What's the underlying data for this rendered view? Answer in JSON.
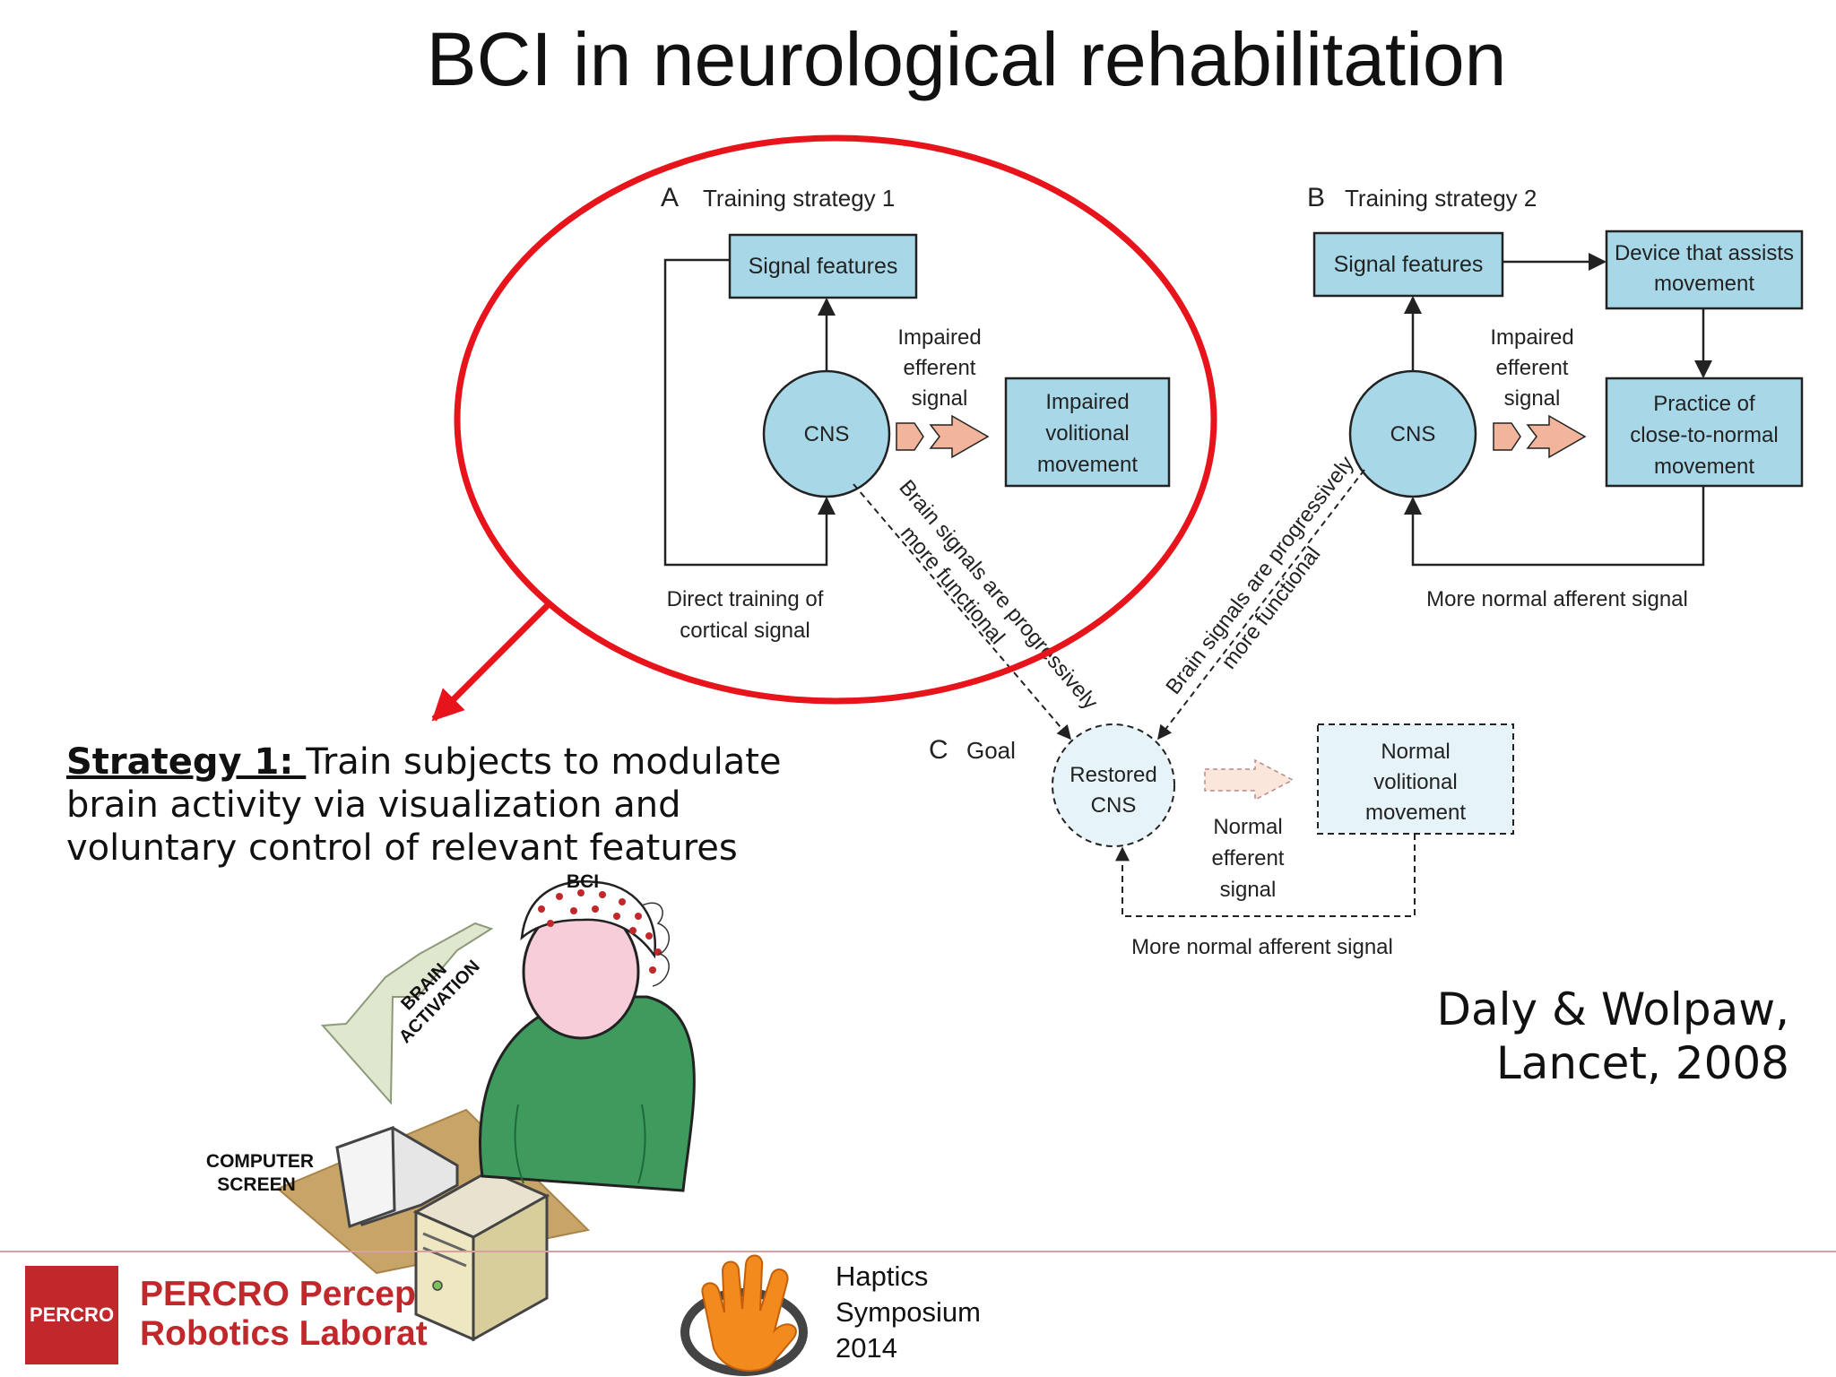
{
  "slide": {
    "title": "BCI in neurological rehabilitation",
    "strategy_heading": "Strategy 1: ",
    "strategy_body": "Train subjects to modulate brain activity via visualization and voluntary control of relevant features",
    "citation_line1": "Daly & Wolpaw,",
    "citation_line2": "Lancet, 2008"
  },
  "diagram": {
    "panel_a": {
      "letter": "A",
      "title": "Training strategy 1",
      "signal_features": "Signal features",
      "cns": "CNS",
      "impaired_signal": [
        "Impaired",
        "efferent",
        "signal"
      ],
      "impaired_movement": [
        "Impaired",
        "volitional",
        "movement"
      ],
      "direct_training": [
        "Direct training of",
        "cortical signal"
      ],
      "diag_label": [
        "Brain signals are progressively",
        "more functional"
      ]
    },
    "panel_b": {
      "letter": "B",
      "title": "Training strategy 2",
      "signal_features": "Signal features",
      "device": [
        "Device that assists",
        "movement"
      ],
      "cns": "CNS",
      "impaired_signal": [
        "Impaired",
        "efferent",
        "signal"
      ],
      "practice": [
        "Practice of",
        "close-to-normal",
        "movement"
      ],
      "afferent": "More normal afferent signal",
      "diag_label": [
        "Brain signals are progressively",
        "more functional"
      ]
    },
    "panel_c": {
      "letter": "C",
      "title": "Goal",
      "restored": [
        "Restored",
        "CNS"
      ],
      "normal_signal": [
        "Normal",
        "efferent",
        "signal"
      ],
      "normal_movement": [
        "Normal",
        "volitional",
        "movement"
      ],
      "afferent": "More normal afferent signal"
    }
  },
  "illustration": {
    "bci_label": "BCI",
    "brain_activation": [
      "BRAIN",
      "ACTIVATION"
    ],
    "computer_screen": [
      "COMPUTER",
      "SCREEN"
    ]
  },
  "footer": {
    "percro_logo": "PERCRO",
    "percro_line1": "PERCRO Percep",
    "percro_line2": "Robotics Laborat",
    "haptics": [
      "Haptics",
      "Symposium",
      "2014"
    ]
  },
  "colors": {
    "box_fill": "#a8d8e8",
    "goal_fill": "#e6f3f8",
    "arrow_fill": "#f2b49a",
    "highlight": "#e8141c",
    "percro": "#c0282b",
    "hand": "#f28a1e"
  }
}
